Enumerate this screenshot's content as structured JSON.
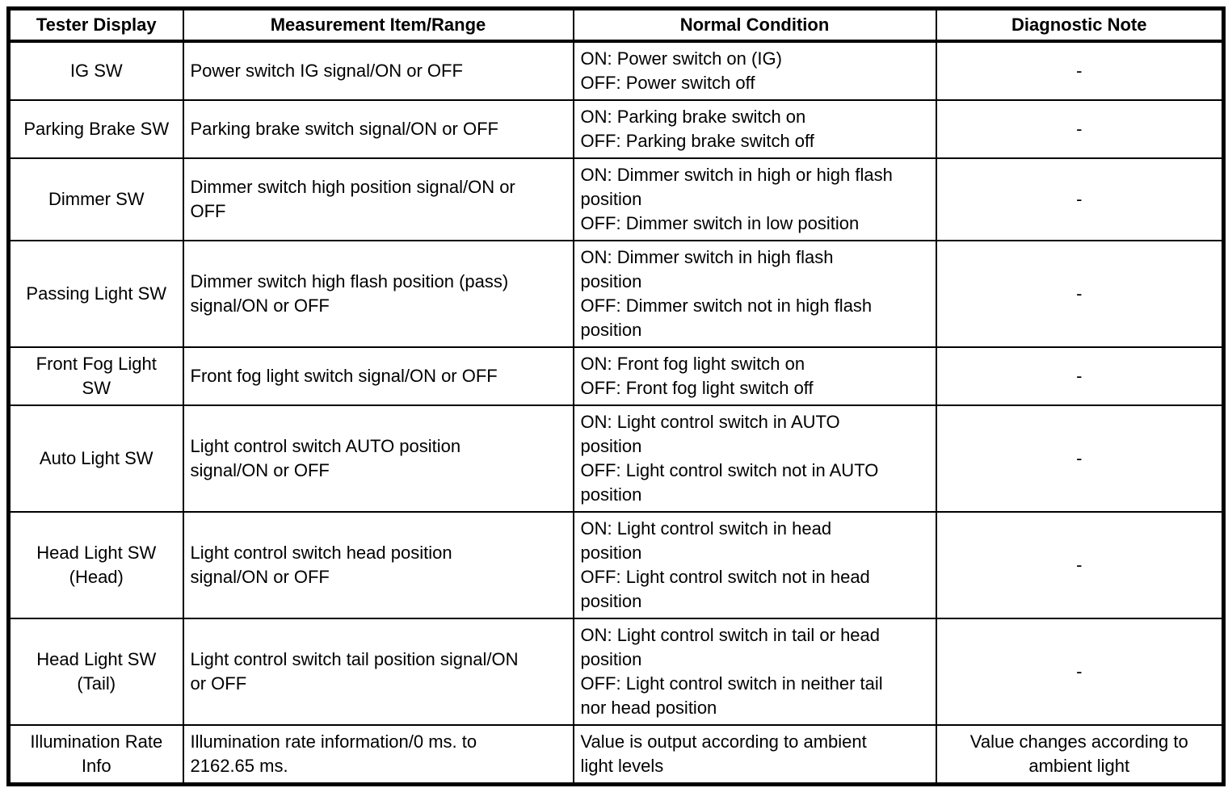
{
  "colors": {
    "border": "#000000",
    "background": "#ffffff",
    "text": "#000000"
  },
  "table": {
    "headers": {
      "tester_display": "Tester Display",
      "measurement": "Measurement Item/Range",
      "normal_condition": "Normal Condition",
      "diagnostic_note": "Diagnostic Note"
    },
    "rows": [
      {
        "tester": "IG SW",
        "item": "Power switch IG signal/ON or OFF",
        "condition": "ON: Power switch on (IG)\nOFF: Power switch off",
        "note": "-"
      },
      {
        "tester": "Parking Brake SW",
        "item": "Parking brake switch signal/ON or OFF",
        "condition": "ON: Parking brake switch on\nOFF: Parking brake switch off",
        "note": "-"
      },
      {
        "tester": "Dimmer SW",
        "item": "Dimmer switch high position signal/ON or\nOFF",
        "condition": "ON: Dimmer switch in high or high flash\nposition\nOFF: Dimmer switch in low position",
        "note": "-"
      },
      {
        "tester": "Passing Light SW",
        "item": "Dimmer switch high flash position (pass)\nsignal/ON or OFF",
        "condition": "ON: Dimmer switch in high flash\nposition\nOFF: Dimmer switch not in high flash\nposition",
        "note": "-"
      },
      {
        "tester": "Front Fog Light\nSW",
        "item": "Front fog light switch signal/ON or OFF",
        "condition": "ON: Front fog light switch on\nOFF: Front fog light switch off",
        "note": "-"
      },
      {
        "tester": "Auto Light SW",
        "item": "Light control switch AUTO position\nsignal/ON or OFF",
        "condition": "ON: Light control switch in AUTO\nposition\nOFF: Light control switch not in AUTO\nposition",
        "note": "-"
      },
      {
        "tester": "Head Light SW\n(Head)",
        "item": "Light control switch head position\nsignal/ON or OFF",
        "condition": "ON: Light control switch in head\nposition\nOFF: Light control switch not in head\nposition",
        "note": "-"
      },
      {
        "tester": "Head Light SW\n(Tail)",
        "item": "Light control switch tail position signal/ON\nor OFF",
        "condition": "ON: Light control switch in tail or head\nposition\nOFF: Light control switch in neither tail\nnor head position",
        "note": "-"
      },
      {
        "tester": "Illumination Rate\nInfo",
        "item": "Illumination rate information/0 ms. to\n2162.65 ms.",
        "condition": "Value is output according to ambient\nlight levels",
        "note": "Value changes according to\nambient light"
      }
    ]
  }
}
